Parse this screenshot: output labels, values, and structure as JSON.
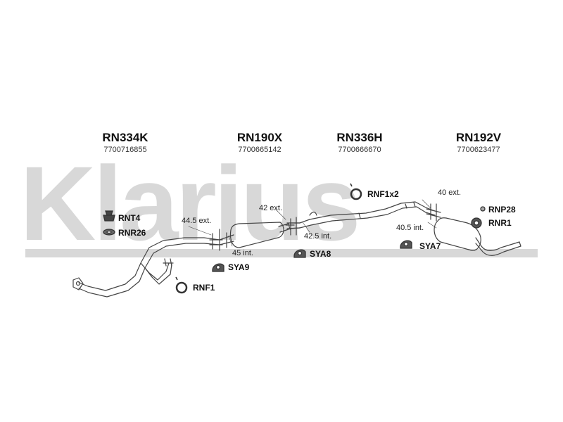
{
  "watermark": {
    "text": "Klarius"
  },
  "parts": [
    {
      "code": "RN334K",
      "number": "7700716855"
    },
    {
      "code": "RN190X",
      "number": "7700665142"
    },
    {
      "code": "RN336H",
      "number": "7700666670"
    },
    {
      "code": "RN192V",
      "number": "7700623477"
    }
  ],
  "dimensions": {
    "d1": "44.5 ext.",
    "d2": "45 int.",
    "d3": "42 ext.",
    "d4": "42.5 int.",
    "d5": "40 ext.",
    "d6": "40.5 int."
  },
  "accessories": {
    "rnt4": "RNT4",
    "rnr26": "RNR26",
    "rnf1": "RNF1",
    "sya9": "SYA9",
    "sya8": "SYA8",
    "rnf1x2": "RNF1x2",
    "sya7": "SYA7",
    "rnp28": "RNP28",
    "rnr1": "RNR1"
  },
  "colors": {
    "watermark": "#d8d8d8",
    "line": "#444444"
  }
}
